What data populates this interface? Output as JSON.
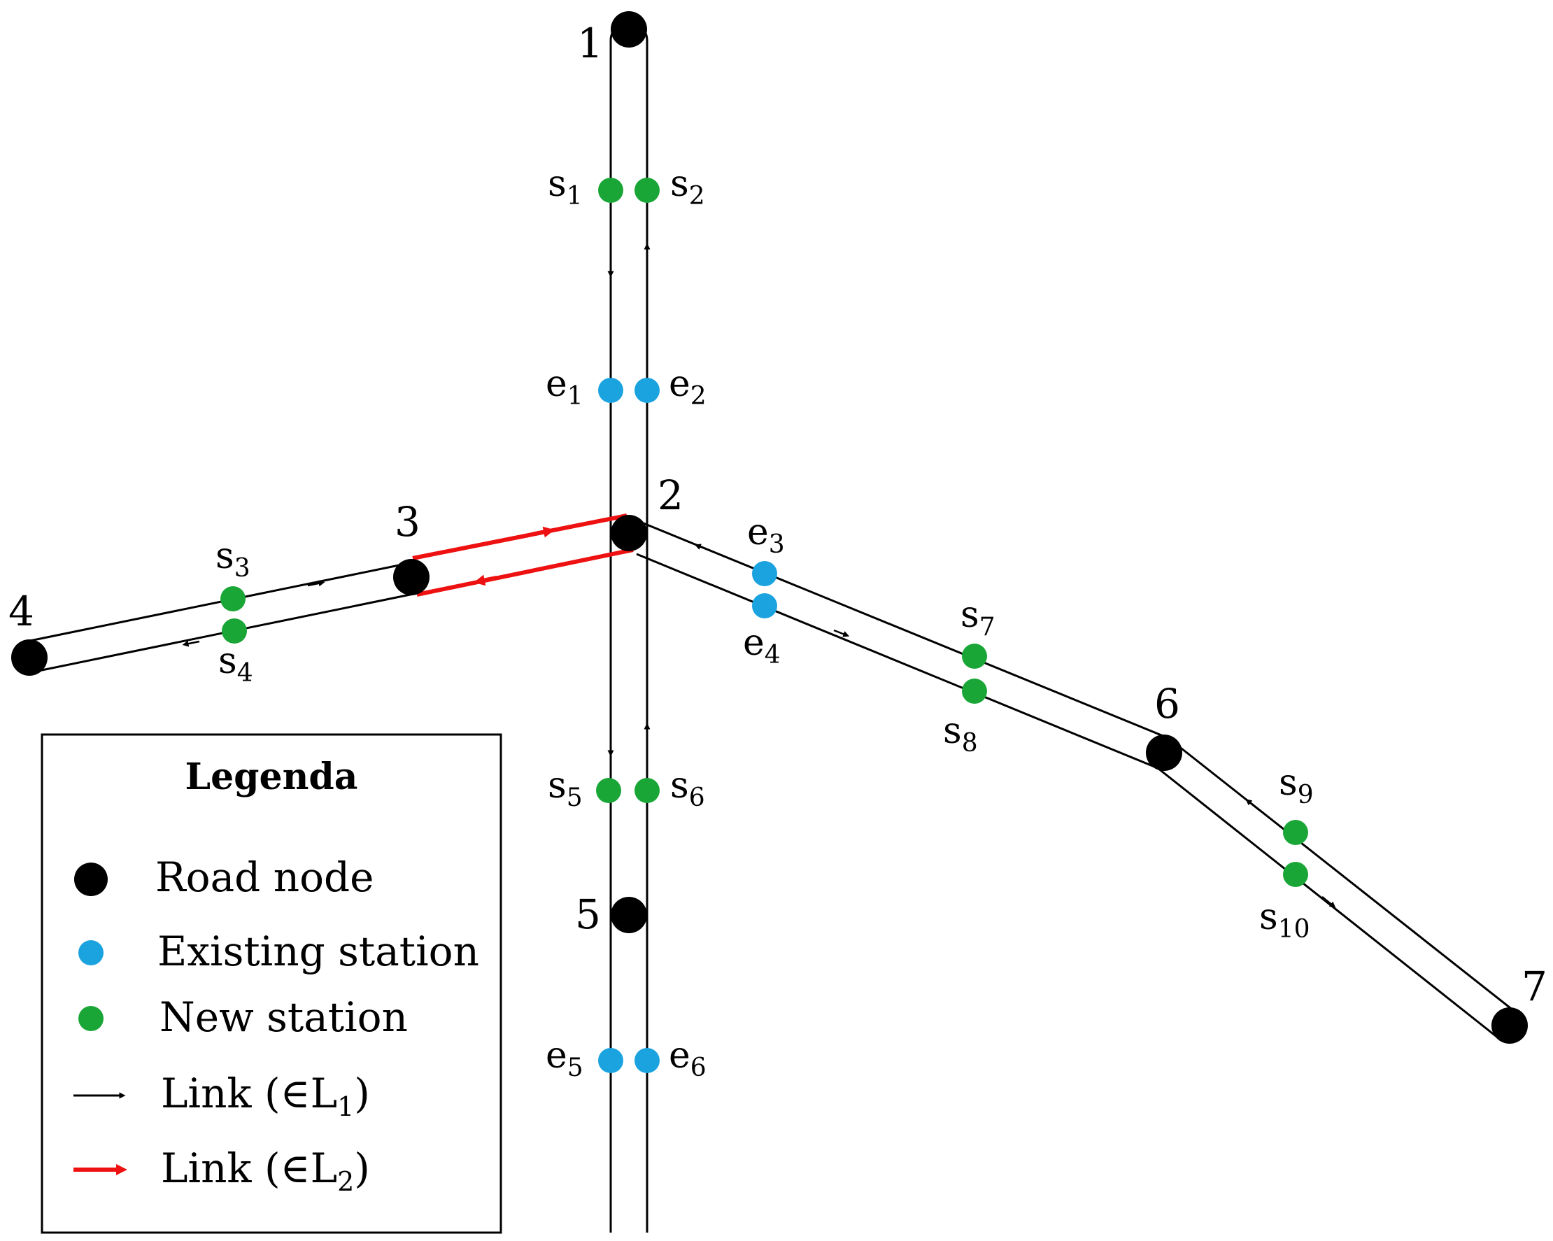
{
  "colors": {
    "road_node": "#000000",
    "existing_station": "#1aa3df",
    "new_station": "#1aa637",
    "link_L1": "#000000",
    "link_L2": "#ee1111"
  },
  "nodes": [
    {
      "id": "1",
      "label": "1"
    },
    {
      "id": "2",
      "label": "2"
    },
    {
      "id": "3",
      "label": "3"
    },
    {
      "id": "4",
      "label": "4"
    },
    {
      "id": "5",
      "label": "5"
    },
    {
      "id": "6",
      "label": "6"
    },
    {
      "id": "7",
      "label": "7"
    }
  ],
  "stations": [
    {
      "id": "s1",
      "letter": "s",
      "index": "1",
      "type": "new"
    },
    {
      "id": "s2",
      "letter": "s",
      "index": "2",
      "type": "new"
    },
    {
      "id": "e1",
      "letter": "e",
      "index": "1",
      "type": "existing"
    },
    {
      "id": "e2",
      "letter": "e",
      "index": "2",
      "type": "existing"
    },
    {
      "id": "s3",
      "letter": "s",
      "index": "3",
      "type": "new"
    },
    {
      "id": "s4",
      "letter": "s",
      "index": "4",
      "type": "new"
    },
    {
      "id": "e3",
      "letter": "e",
      "index": "3",
      "type": "existing"
    },
    {
      "id": "e4",
      "letter": "e",
      "index": "4",
      "type": "existing"
    },
    {
      "id": "s7",
      "letter": "s",
      "index": "7",
      "type": "new"
    },
    {
      "id": "s8",
      "letter": "s",
      "index": "8",
      "type": "new"
    },
    {
      "id": "s5",
      "letter": "s",
      "index": "5",
      "type": "new"
    },
    {
      "id": "s6",
      "letter": "s",
      "index": "6",
      "type": "new"
    },
    {
      "id": "s9",
      "letter": "s",
      "index": "9",
      "type": "new"
    },
    {
      "id": "s10",
      "letter": "s",
      "index": "10",
      "type": "new"
    },
    {
      "id": "e5",
      "letter": "e",
      "index": "5",
      "type": "existing"
    },
    {
      "id": "e6",
      "letter": "e",
      "index": "6",
      "type": "existing"
    }
  ],
  "legend": {
    "title": "Legenda",
    "items": [
      {
        "key": "road_node",
        "label": "Road node"
      },
      {
        "key": "existing_station",
        "label": "Existing station"
      },
      {
        "key": "new_station",
        "label": "New station"
      },
      {
        "key": "link_L1",
        "label_pre": "Link (∈L",
        "label_sub": "1",
        "label_post": ")"
      },
      {
        "key": "link_L2",
        "label_pre": "Link (∈L",
        "label_sub": "2",
        "label_post": ")"
      }
    ]
  }
}
